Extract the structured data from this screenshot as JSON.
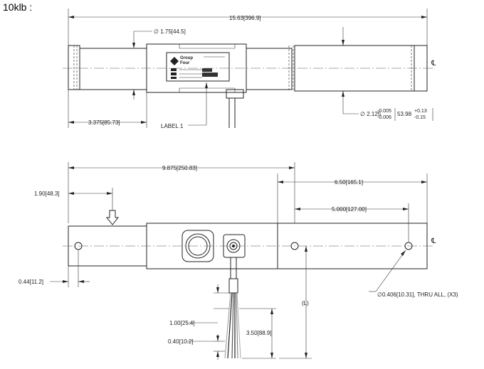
{
  "title": "10klb :",
  "top_view": {
    "overall_length": "15.63",
    "overall_length_mm": "396.9",
    "diameter_small": "1.75",
    "diameter_small_mm": "44.5",
    "left_length": "3.375",
    "left_length_mm": "85.73",
    "label_callout": "LABEL 1",
    "brand_line1": "Group",
    "brand_line2": "Four",
    "diameter_large": "2.125",
    "tol_upper": "-0.005",
    "tol_lower": "-0.006",
    "diameter_large_mm": "53.98",
    "tol_upper_mm": "+0.13",
    "tol_lower_mm": "-0.15",
    "centerline_symbol": "℄"
  },
  "side_view": {
    "length_9875": "9.875",
    "length_9875_mm": "250.83",
    "dim_650": "6.50",
    "dim_650_mm": "165.1",
    "dim_5000": "5.000",
    "dim_5000_mm": "127.00",
    "dim_190": "1.90",
    "dim_190_mm": "48.3",
    "dim_044": "0.44",
    "dim_044_mm": "11.2",
    "dim_100": "1.00",
    "dim_100_mm": "25.4",
    "dim_350": "3.50",
    "dim_350_mm": "88.9",
    "dim_040": "0.40",
    "dim_040_mm": "10.2",
    "dim_L": "(L)",
    "hole_callout": "∅0.406[10.31], THRU ALL, (X3)",
    "centerline_symbol": "℄"
  }
}
